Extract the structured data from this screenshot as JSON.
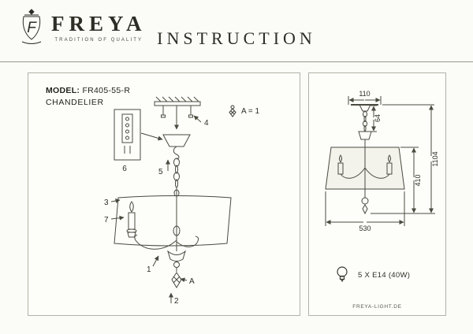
{
  "header": {
    "brand": "FREYA",
    "tagline": "TRADITION OF QUALITY",
    "title": "INSTRUCTION",
    "logo_monogram": "F"
  },
  "icons": {
    "logo": "freya-crest-icon",
    "legend": "crystal-pendant-icon",
    "bulb": "lightbulb-icon"
  },
  "left_panel": {
    "model_label": "MODEL:",
    "model_value": "FR405-55-R",
    "product_type": "CHANDELIER",
    "legend_text": "A = 1",
    "labels": {
      "mount": "4",
      "bracket": "6",
      "canopy": "5",
      "shade": "3",
      "bulb": "7",
      "arm": "1",
      "finial": "2",
      "crystal": "A"
    }
  },
  "right_panel": {
    "dims": {
      "top_width": "110",
      "chain_height": "64",
      "total_height": "1104",
      "body_height": "410",
      "shade_width": "530"
    },
    "bulb_spec": "5 X E14 (40W)",
    "website": "FREYA-LIGHT.DE"
  }
}
